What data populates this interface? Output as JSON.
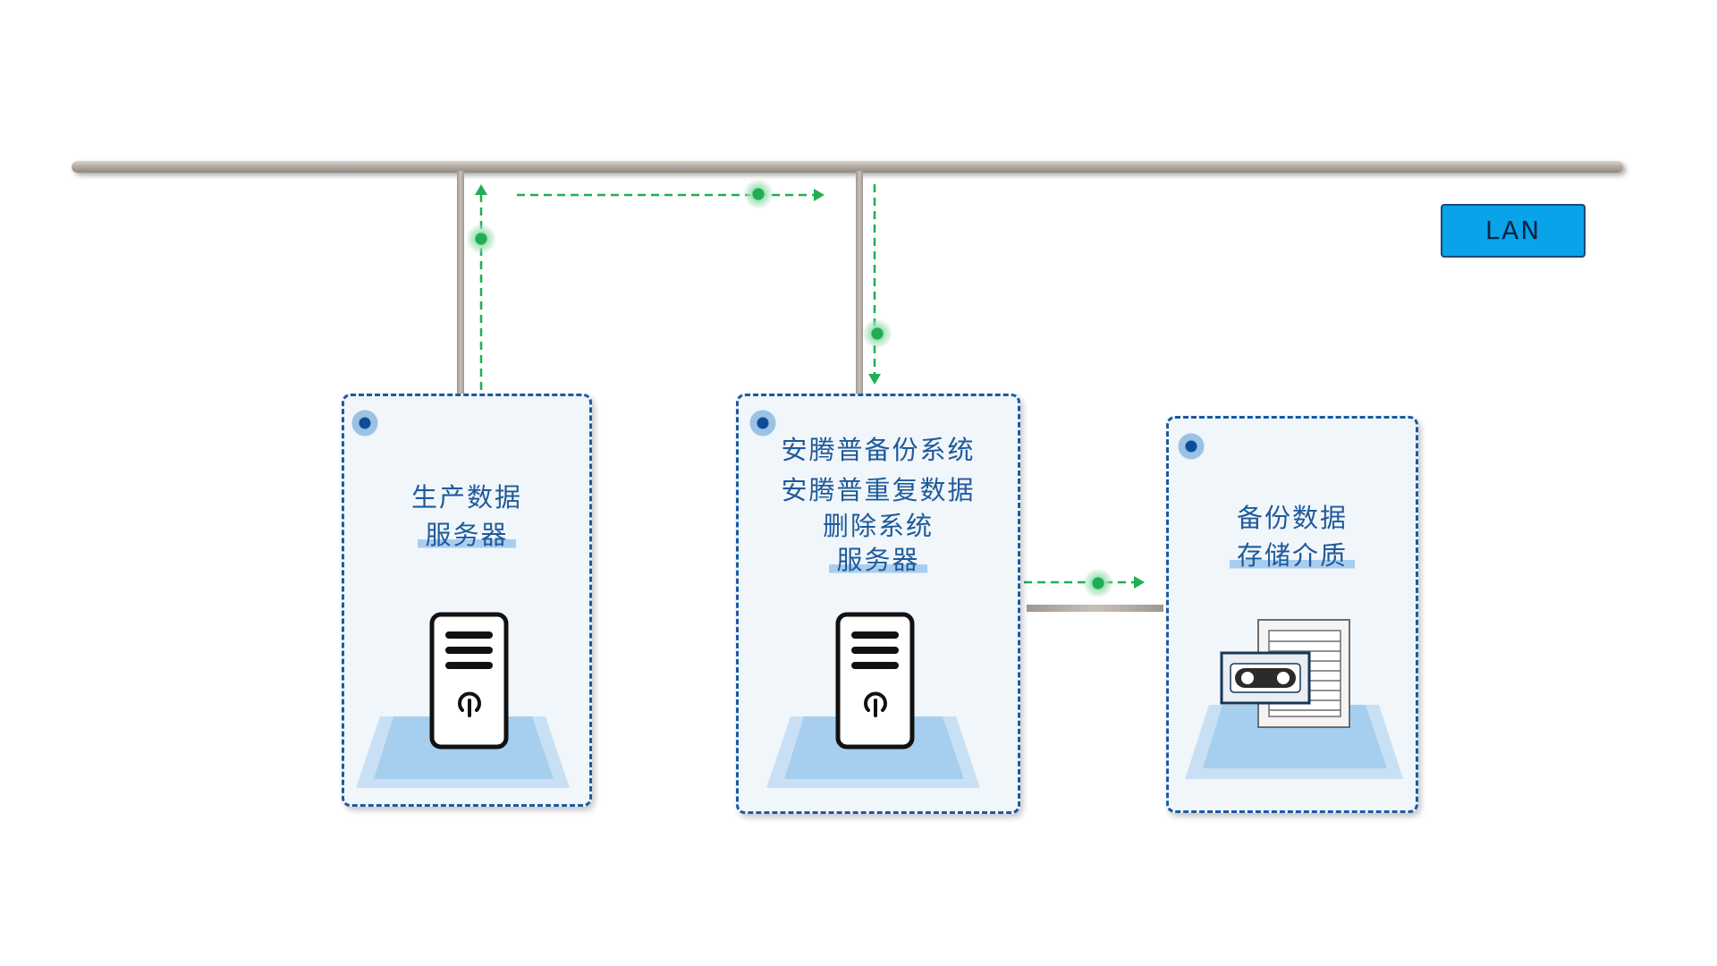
{
  "network": {
    "lan_label": "LAN"
  },
  "nodes": {
    "production": {
      "lines": [
        "生产数据",
        "服务器"
      ],
      "icon": "server-icon"
    },
    "backup": {
      "lines": [
        "安腾普备份系统",
        "安腾普重复数据",
        "删除系统",
        "服务器"
      ],
      "icon": "server-icon"
    },
    "storage": {
      "lines": [
        "备份数据",
        "存储介质"
      ],
      "icon": "tape-storage-icon"
    }
  },
  "colors": {
    "box_border": "#1c5aa0",
    "box_fill": "#f1f6fb",
    "label_text": "#1f5a9a",
    "highlight": "#a9cdee",
    "platform": "#a6cfef",
    "flow_arrow": "#1fae52",
    "lan_bus": "#b1a9a2",
    "lan_badge": "#09a3ea"
  }
}
